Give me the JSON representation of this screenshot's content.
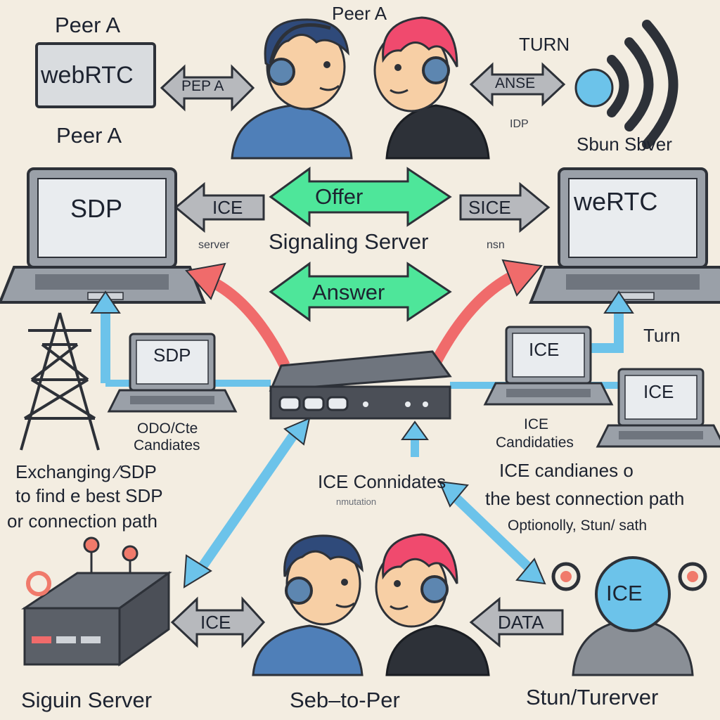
{
  "labels": {
    "peer_a_topleft": "Peer A",
    "webrtc_box": "webRTC",
    "peer_a_left": "Peer A",
    "peer_a_top": "Peer A",
    "turn_top": "TURN",
    "idp": "IDP",
    "stun_server_top": "Sbun Sbver",
    "pepa_arrow": "PEP A",
    "anse_arrow": "ANSE",
    "offer": "Offer",
    "signaling_server": "Signaling Server",
    "answer": "Answer",
    "ice_arrow_left": "ICE",
    "sice_arrow_right": "SICE",
    "server_small_left": "server",
    "nsn_small_right": "nsn",
    "laptop_left_screen": "SDP",
    "laptop_right_screen": "weRTC",
    "small_laptop_sdp": "SDP",
    "small_laptop_ice": "ICE",
    "small_laptop_ice_right": "ICE",
    "turn_right": "Turn",
    "odo_cte": "ODO/Cte",
    "candidates_left": "Candiates",
    "ice_candidates_mid": "ICE",
    "candidates_mid": "Candidaties",
    "ice_connidates": "ICE Connidates",
    "ice_connidates_sub": "nmutation",
    "exchanging_line1": "Exchanging  ∕SDP",
    "exchanging_line2": "to find e  best SDP",
    "exchanging_line3": "or connection path",
    "ice_candianes_line1": "ICE candianes o",
    "ice_candianes_line2": "the best connection path",
    "ice_candianes_line3": "Optionolly, Stun/   sath",
    "ice_arrow_bottom": "ICE",
    "data_arrow": "DATA",
    "ice_circle": "ICE",
    "signaling_server_bottom": "Siguin Server",
    "peer_to_peer": "Seb–to-Per",
    "stun_turn_server": "Stun/Turerver"
  },
  "colors": {
    "background": "#f3ede1",
    "green_arrow": "#4ee69a",
    "red_arrow": "#f06b6b",
    "blue_arrow": "#6cc3ea",
    "grey_arrow": "#b7b9bd",
    "laptop_body": "#9aa0a8",
    "laptop_screen": "#e9ecef",
    "router": "#4b4f57",
    "peer_blue_hair": "#2f4a7a",
    "peer_pink_hair": "#f04a6e",
    "shirt_blue": "#4f7fb8",
    "hoodie_dark": "#2d3138"
  },
  "icons": [
    "laptop-icon",
    "router-icon",
    "tower-icon",
    "wifi-signal-icon",
    "server-box-icon",
    "person-icon",
    "headphones-icon"
  ]
}
